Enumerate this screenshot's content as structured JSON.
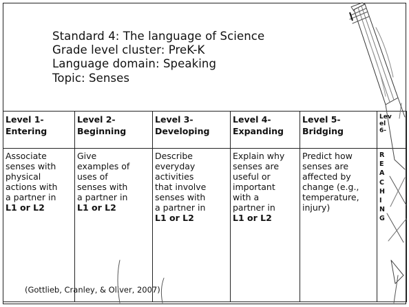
{
  "header": {
    "line1": "Standard 4: The language of Science",
    "line2": "Grade level cluster: PreK-K",
    "line3": "Language domain: Speaking",
    "line4": "Topic: Senses"
  },
  "levels": [
    {
      "title": "Level 1-\nEntering",
      "body": "Associate\nsenses with\nphysical\nactions with\na partner in",
      "bold_tail": "L1 or L2"
    },
    {
      "title": "Level 2-\nBeginning",
      "body": "Give\nexamples of\nuses of\nsenses with\na partner in",
      "bold_tail": "L1 or L2"
    },
    {
      "title": "Level 3-\nDeveloping",
      "body": "Describe\neveryday\nactivities\nthat involve\nsenses with\na partner in",
      "bold_tail": "L1 or L2"
    },
    {
      "title": "Level 4-\nExpanding",
      "body": "Explain why\nsenses are\nuseful or\nimportant\nwith a\npartner in",
      "bold_tail": "L1 or L2"
    },
    {
      "title": "Level 5-\nBridging",
      "body": "Predict how\nsenses are\naffected by\nchange (e.g.,\ntemperature,\ninjury)",
      "bold_tail": ""
    },
    {
      "title": "Lev\nel\n6-",
      "body": "R\nE\nA\nC\nH\nI\nN\nG",
      "bold_tail": ""
    }
  ],
  "citation": "(Gottlieb, Cranley, & Oliver, 2007)"
}
